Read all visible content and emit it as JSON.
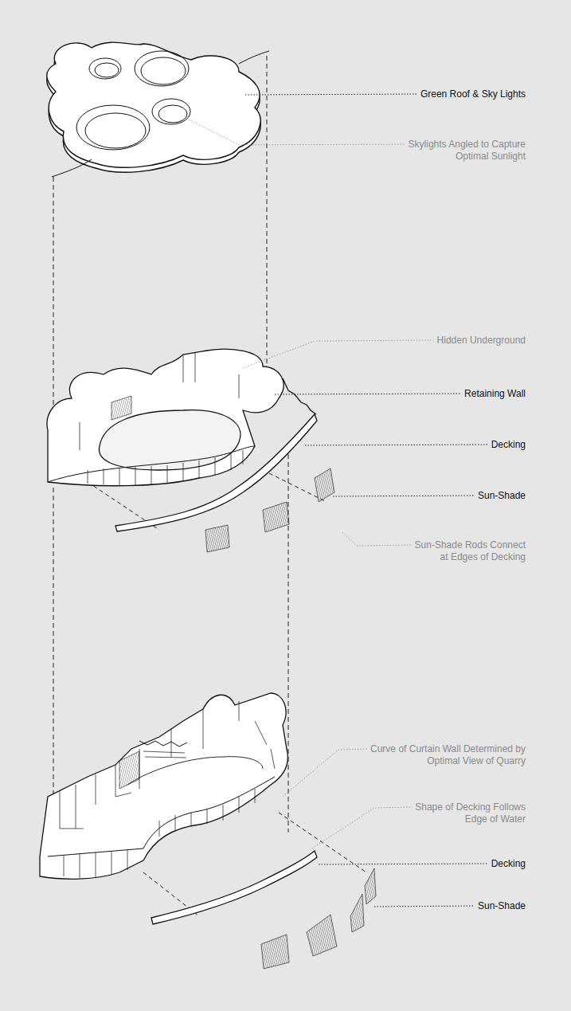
{
  "diagram": {
    "labels": [
      "Green Roof & Sky Lights",
      "Skylights Angled to Capture Optimal Sunlight",
      "Hidden Underground",
      "Retaining Wall",
      "Decking",
      "Sun-Shade",
      "Sun-Shade Rods Connect at Edges of Decking",
      "Curve of Curtain Wall Determined by Optimal View of Quarry",
      "Shape of Decking Follows Edge of Water",
      "Decking",
      "Sun-Shade"
    ]
  }
}
